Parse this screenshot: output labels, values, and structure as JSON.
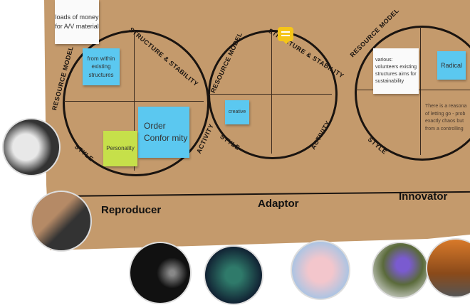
{
  "quadrant_labels": {
    "resource": "RESOURCE MODEL",
    "structure": "STRUCTURE & STABILITY",
    "style": "STYLE",
    "activity": "ACTIVITY"
  },
  "notes": {
    "money": "loads of money for A/V material",
    "within": "from within existing structures",
    "order": "Order Confor mity",
    "personality": "Personality",
    "creative": "creative",
    "various": "various: volunteers existing structures aims for sustainability",
    "radical": "Radical"
  },
  "innovator_text": "There is a reasona of letting go - prob exactly chaos but from a controlling",
  "columns": [
    "Reproducer",
    "Adaptor",
    "Innovator"
  ],
  "colors": {
    "paper": "#c49a6c",
    "blue_note": "#5bc8f0",
    "green_note": "#c6e04a",
    "comment": "#f5c518"
  }
}
